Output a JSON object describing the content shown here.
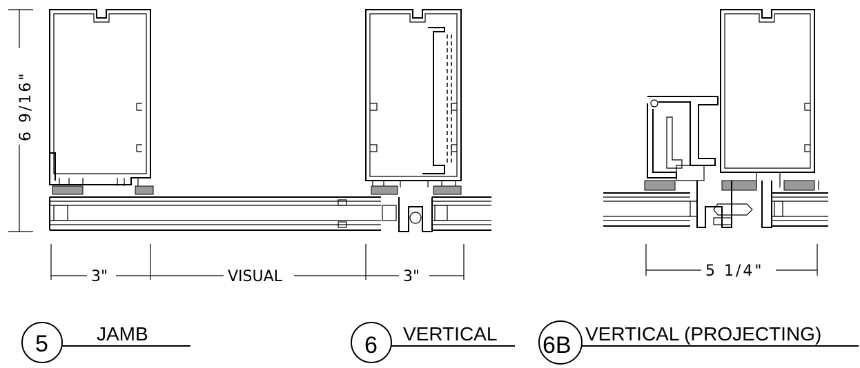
{
  "dimensions": {
    "height_label": "6 9/16\"",
    "jamb_width_label": "3\"",
    "visual_label": "VISUAL",
    "vertical_width_label": "3\"",
    "projecting_width_label": "5 1/4\""
  },
  "details": [
    {
      "number": "5",
      "title": "JAMB"
    },
    {
      "number": "6",
      "title": "VERTICAL"
    },
    {
      "number": "6B",
      "title": "VERTICAL (PROJECTING)"
    }
  ]
}
